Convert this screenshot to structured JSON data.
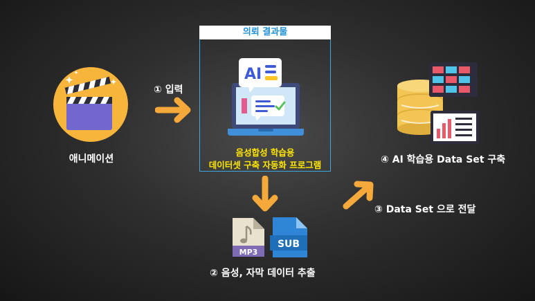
{
  "animation": {
    "label": "애니메이션"
  },
  "step1": {
    "label": "① 입력"
  },
  "result_box": {
    "header": "의뢰 결과물",
    "laptop_ai_text": "AI",
    "program_line1": "음성합성 학습용",
    "program_line2": "데이터셋 구축 자동화 프로그램"
  },
  "step2": {
    "label": "② 음성, 자막 데이터 추출",
    "mp3_file_text": "MP3",
    "sub_file_text": "SUB"
  },
  "step3": {
    "label": "③ Data Set 으로 전달"
  },
  "step4": {
    "label": "④ AI 학습용 Data Set 구축"
  },
  "colors": {
    "arrow": "#f5a93b",
    "box_border": "#3da9e0",
    "header_text": "#1f8fd6",
    "highlight_text": "#ffe600"
  }
}
